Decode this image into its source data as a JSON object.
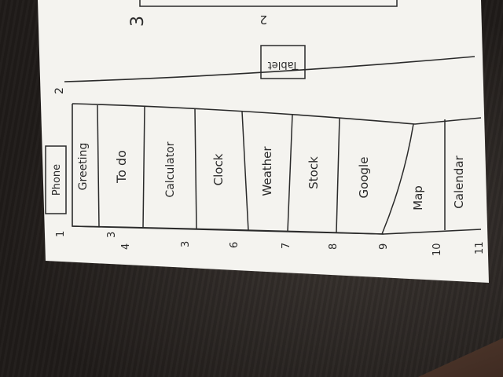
{
  "sketch": {
    "phone_label": "Phone",
    "tablet_label": "Tablet",
    "rows": [
      {
        "label": "Greeting",
        "number": "3"
      },
      {
        "label": "To do",
        "number": "4"
      },
      {
        "label": "Calculator",
        "number": "3"
      },
      {
        "label": "Clock",
        "number": "6"
      },
      {
        "label": "Weather",
        "number": "7"
      },
      {
        "label": "Stock",
        "number": "8"
      },
      {
        "label": "Google",
        "number": "9"
      },
      {
        "label": "Map",
        "number": "10"
      },
      {
        "label": "Calendar",
        "number": "11"
      }
    ],
    "extra_numbers": [
      "1",
      "2",
      "3",
      "2"
    ]
  }
}
